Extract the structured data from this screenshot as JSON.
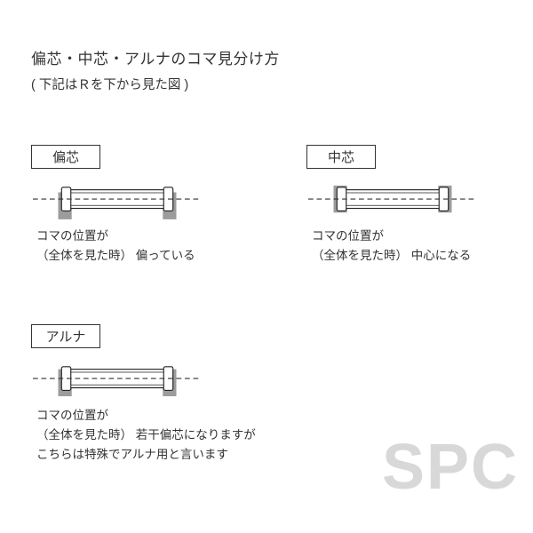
{
  "title": "偏芯・中芯・アルナのコマ見分け方",
  "subtitle": "( 下記はＲを下から見た図 )",
  "watermark": "SPC",
  "colors": {
    "diagram_gray": "#9c9c9c",
    "outline": "#222222",
    "watermark_gray": "#d8d8d8"
  },
  "sections": [
    {
      "label": "偏芯",
      "desc": [
        "コマの位置が",
        "（全体を見た時） 偏っている"
      ]
    },
    {
      "label": "中芯",
      "desc": [
        "コマの位置が",
        "（全体を見た時） 中心になる"
      ]
    },
    {
      "label": "アルナ",
      "desc": [
        "コマの位置が",
        "（全体を見た時） 若干偏芯になりますが",
        "こちらは特殊でアルナ用と言います"
      ]
    }
  ]
}
